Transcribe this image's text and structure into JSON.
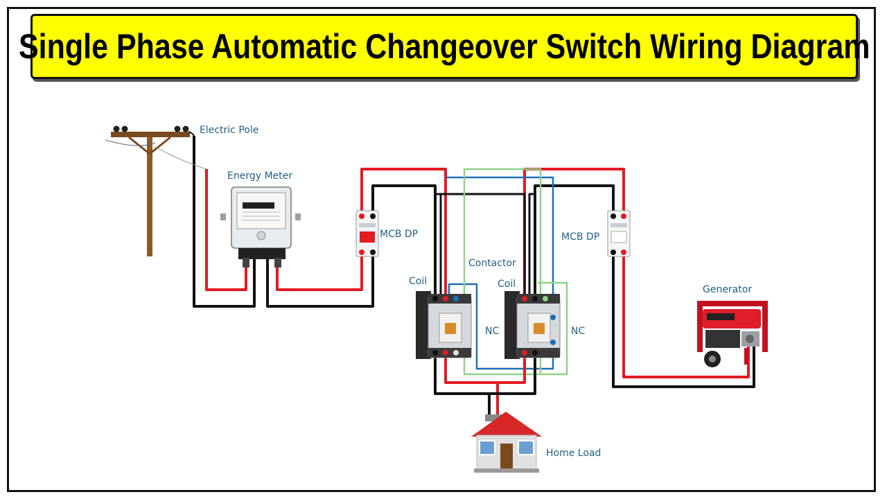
{
  "title": "Single Phase Automatic Changeover Switch Wiring Diagram",
  "labels": {
    "electric_pole": "Electric Pole",
    "energy_meter": "Energy Meter",
    "mcb_left": "MCB DP",
    "mcb_right": "MCB DP",
    "contactor": "Contactor",
    "coil_left": "Coil",
    "coil_right": "Coil",
    "nc_left": "NC",
    "nc_right": "NC",
    "generator": "Generator",
    "home_load": "Home Load"
  },
  "colors": {
    "live_wire": "#e31b23",
    "neutral_wire": "#111111",
    "control_wire_blue": "#1f6fb5",
    "control_wire_green": "#8fd18a",
    "label_text": "#1f5e86",
    "title_background": "#ffff00"
  },
  "icons": {
    "pole": "utility-pole-icon",
    "meter": "energy-meter-icon",
    "breaker": "mcb-icon",
    "contactor": "contactor-icon",
    "generator": "generator-icon",
    "house": "house-icon"
  }
}
